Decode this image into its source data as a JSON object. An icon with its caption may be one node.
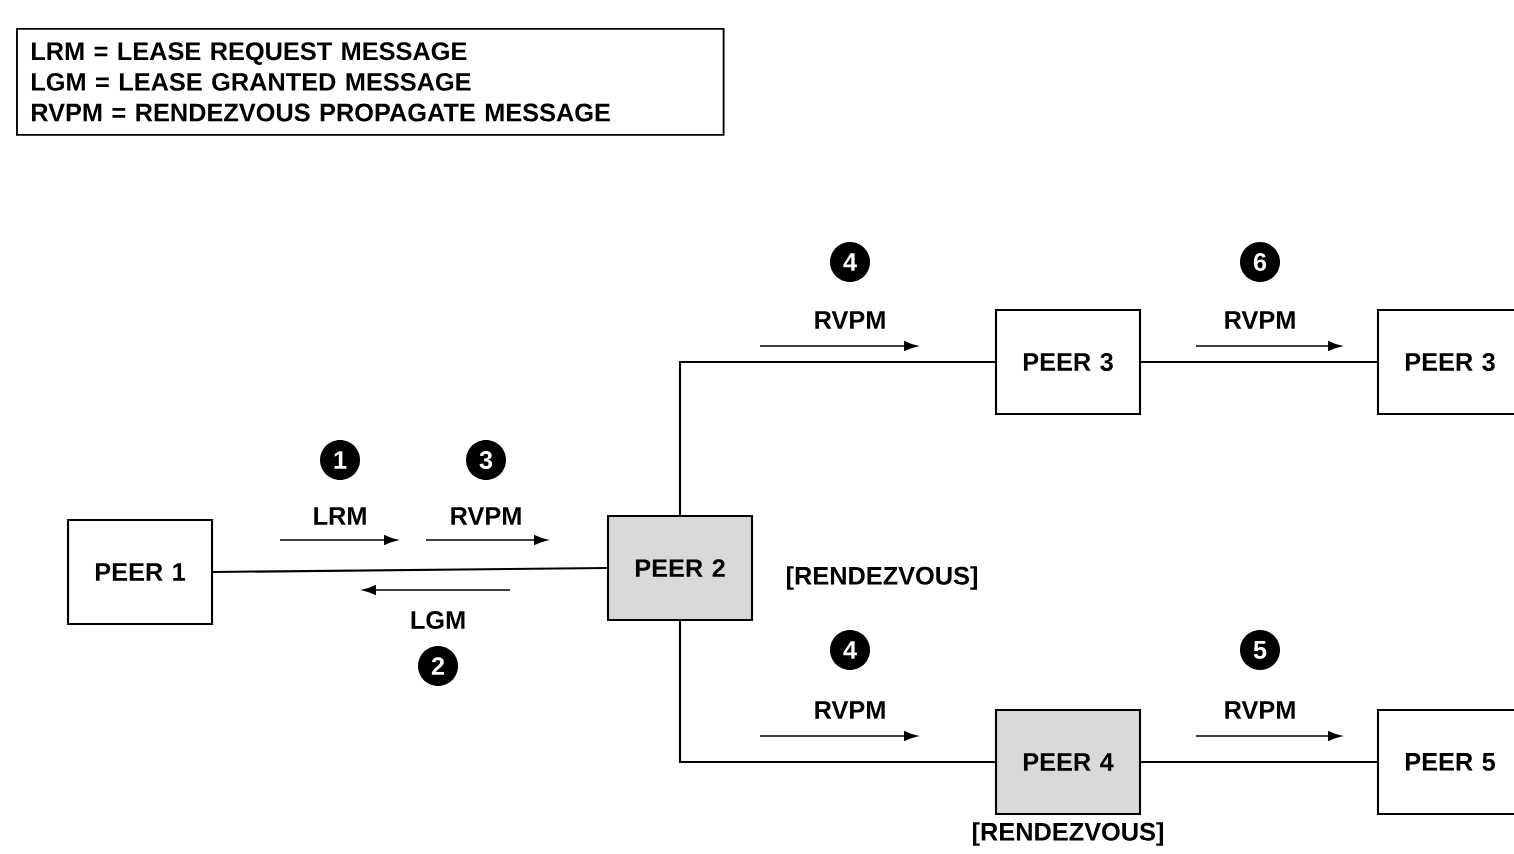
{
  "diagram": {
    "nodes": [
      {
        "text": [
          "LRM = LEASE REQUEST MESSAGE",
          "LGM = LEASE GRANTED MESSAGE",
          "RVPM = RENDEZVOUS PROPAGATE MESSAGE"
        ]
      },
      {
        "text": [
          "PEER 1"
        ]
      },
      {
        "text": [
          "PEER 2"
        ],
        "beside": [
          "[RENDEZVOUS]"
        ]
      },
      {
        "text": [
          "PEER 3"
        ]
      },
      {
        "text": [
          "PEER 3"
        ]
      },
      {
        "text": [
          "PEER 4"
        ],
        "beside": [
          "[RENDEZVOUS]"
        ]
      },
      {
        "text": [
          "PEER 5"
        ]
      }
    ],
    "edges": [
      {
        "from": 1,
        "to": 2,
        "arrow": "none"
      },
      {
        "from": 2,
        "to": 3,
        "arrow": "none"
      },
      {
        "from": 3,
        "to": 4,
        "arrow": "none"
      },
      {
        "from": 2,
        "to": 5,
        "arrow": "none"
      },
      {
        "from": 5,
        "to": 6,
        "arrow": "none"
      }
    ],
    "labels": [
      "4",
      "RVPM",
      "6",
      "RVPM",
      "1",
      "3",
      "LRM",
      "RVPM",
      "LGM",
      "2",
      "4",
      "5",
      "RVPM",
      "RVPM"
    ]
  }
}
